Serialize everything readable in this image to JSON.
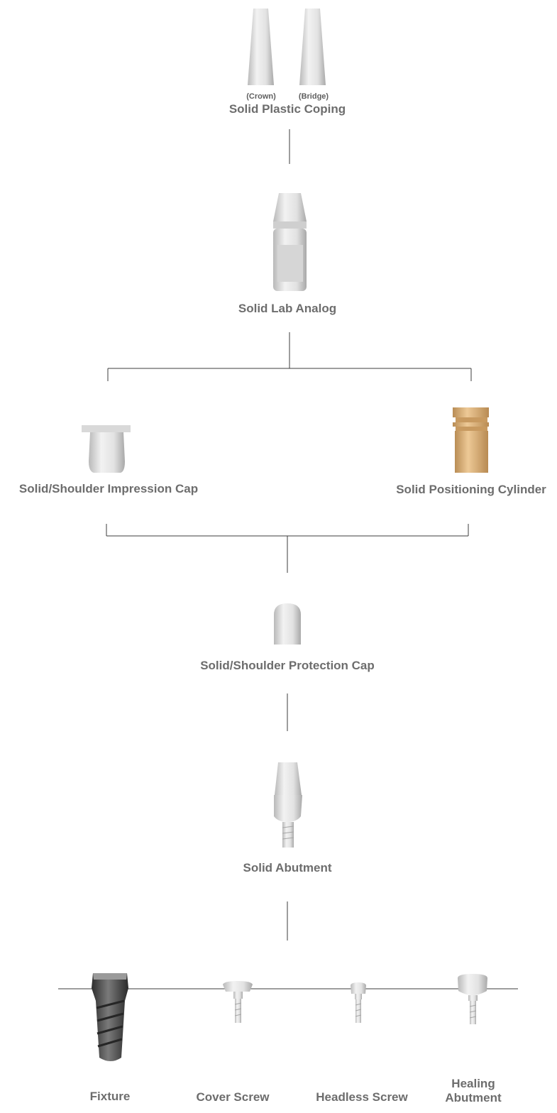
{
  "components": {
    "plastic_coping": {
      "label": "Solid Plastic Coping",
      "variants": [
        "(Crown)",
        "(Bridge)"
      ]
    },
    "lab_analog": {
      "label": "Solid Lab Analog"
    },
    "impression_cap": {
      "label": "Solid/Shoulder Impression Cap"
    },
    "positioning_cylinder": {
      "label": "Solid Positioning Cylinder"
    },
    "protection_cap": {
      "label": "Solid/Shoulder Protection Cap"
    },
    "abutment": {
      "label": "Solid Abutment"
    },
    "fixture": {
      "label": "Fixture"
    },
    "cover_screw": {
      "label": "Cover Screw"
    },
    "headless_screw": {
      "label": "Headless Screw"
    },
    "healing_abutment": {
      "label_line1": "Healing",
      "label_line2": "Abutment"
    }
  },
  "colors": {
    "label": "#6d6d6d",
    "line": "#3c3c3c",
    "metal_light": "#e6e6e6",
    "metal_shade": "#bdbdbd",
    "gold": "#d9b07a",
    "fixture_dark": "#4a4a4a"
  }
}
